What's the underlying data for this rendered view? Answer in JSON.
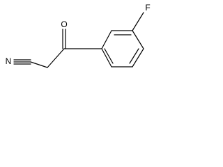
{
  "molecule": {
    "atoms": {
      "nitrogen": "N",
      "oxygen": "O",
      "fluorine": "F"
    }
  }
}
